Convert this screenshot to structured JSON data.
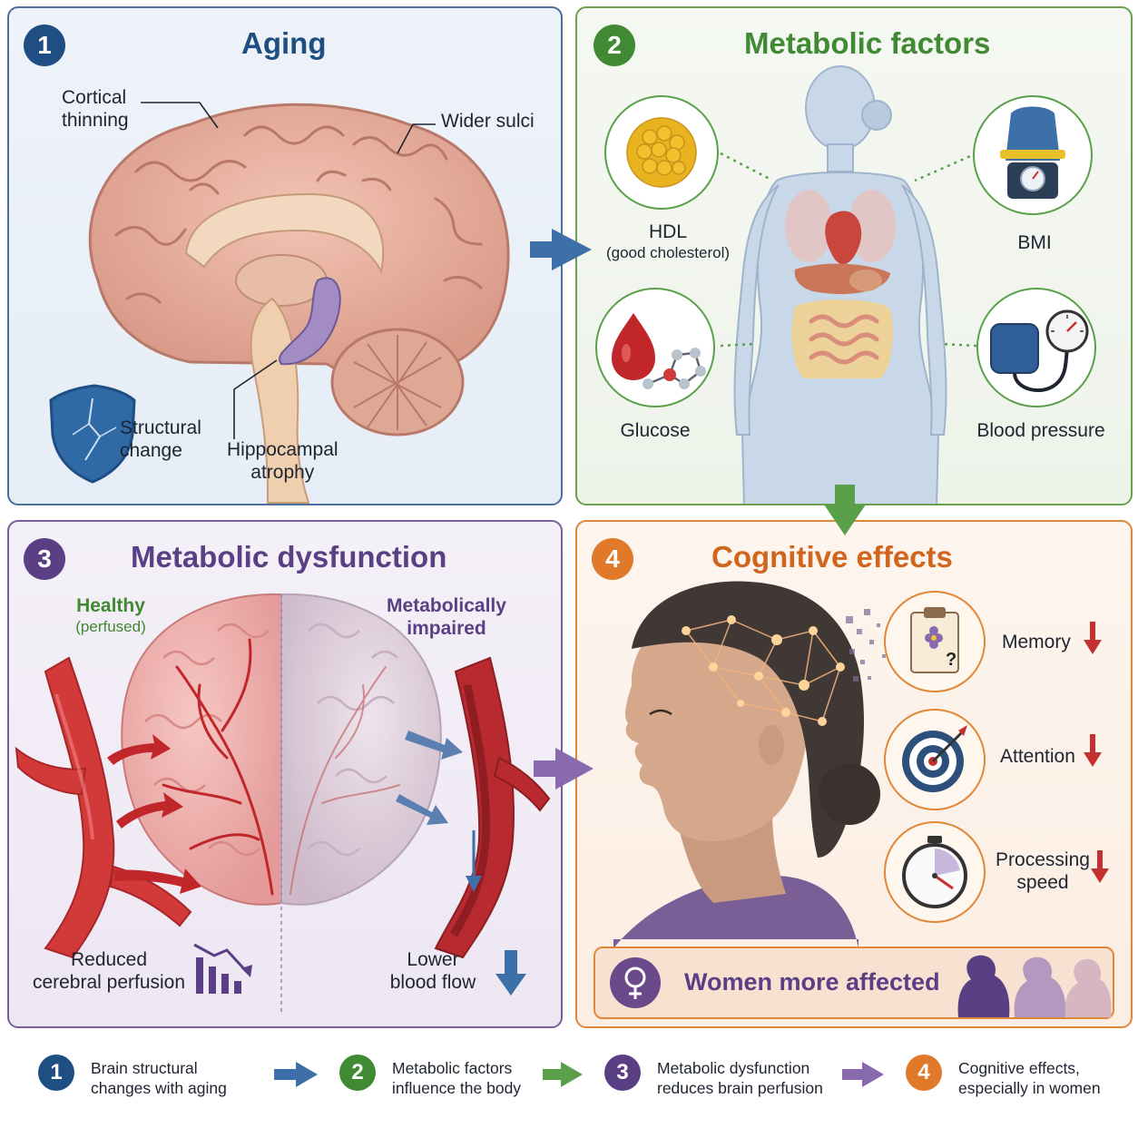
{
  "colors": {
    "blue": "#1f4e82",
    "green": "#3f8a32",
    "purple": "#5b3f84",
    "orange": "#e0792a",
    "red": "#c53030",
    "arrow_blue": "#3d6fa8",
    "arrow_green": "#5aa04a",
    "arrow_purple": "#8a6aae"
  },
  "panels": {
    "aging": {
      "number": "1",
      "title": "Aging",
      "labels": {
        "cortical_thinning": [
          "Cortical",
          "thinning"
        ],
        "wider_sulci": "Wider sulci",
        "structural_change": [
          "Structural",
          "change"
        ],
        "hippocampal_atrophy": [
          "Hippocampal",
          "atrophy"
        ]
      },
      "icons": [
        "brain-illustration",
        "cracked-shield-icon"
      ]
    },
    "metabolic_factors": {
      "number": "2",
      "title": "Metabolic factors",
      "labels": {
        "hdl": "HDL",
        "hdl_sub": "(good cholesterol)",
        "bmi": "BMI",
        "glucose": "Glucose",
        "blood_pressure": "Blood pressure"
      },
      "icons": [
        "body-organs-illustration",
        "cholesterol-icon",
        "bmi-scale-icon",
        "blood-drop-icon",
        "blood-pressure-cuff-icon"
      ]
    },
    "metabolic_dysfunction": {
      "number": "3",
      "title": "Metabolic dysfunction",
      "labels": {
        "healthy": "Healthy",
        "healthy_sub": "(perfused)",
        "impaired": [
          "Metabolically",
          "impaired"
        ],
        "reduced_perfusion": [
          "Reduced",
          "cerebral perfusion"
        ],
        "lower_blood_flow": [
          "Lower",
          "blood flow"
        ]
      },
      "icons": [
        "split-brain-illustration",
        "artery-icon",
        "declining-chart-icon",
        "down-arrow-icon"
      ]
    },
    "cognitive_effects": {
      "number": "4",
      "title": "Cognitive effects",
      "labels": {
        "memory": "Memory",
        "attention": "Attention",
        "processing_speed": [
          "Processing",
          "speed"
        ],
        "women": "Women more affected"
      },
      "icons": [
        "woman-profile-illustration",
        "memory-clipboard-icon",
        "target-icon",
        "stopwatch-icon",
        "female-symbol-icon",
        "women-silhouettes-icon"
      ]
    }
  },
  "legend": [
    {
      "number": "1",
      "lines": [
        "Brain structural",
        "changes with aging"
      ]
    },
    {
      "number": "2",
      "lines": [
        "Metabolic factors",
        "influence the body"
      ]
    },
    {
      "number": "3",
      "lines": [
        "Metabolic dysfunction",
        "reduces brain perfusion"
      ]
    },
    {
      "number": "4",
      "lines": [
        "Cognitive effects,",
        "especially in women"
      ]
    }
  ]
}
